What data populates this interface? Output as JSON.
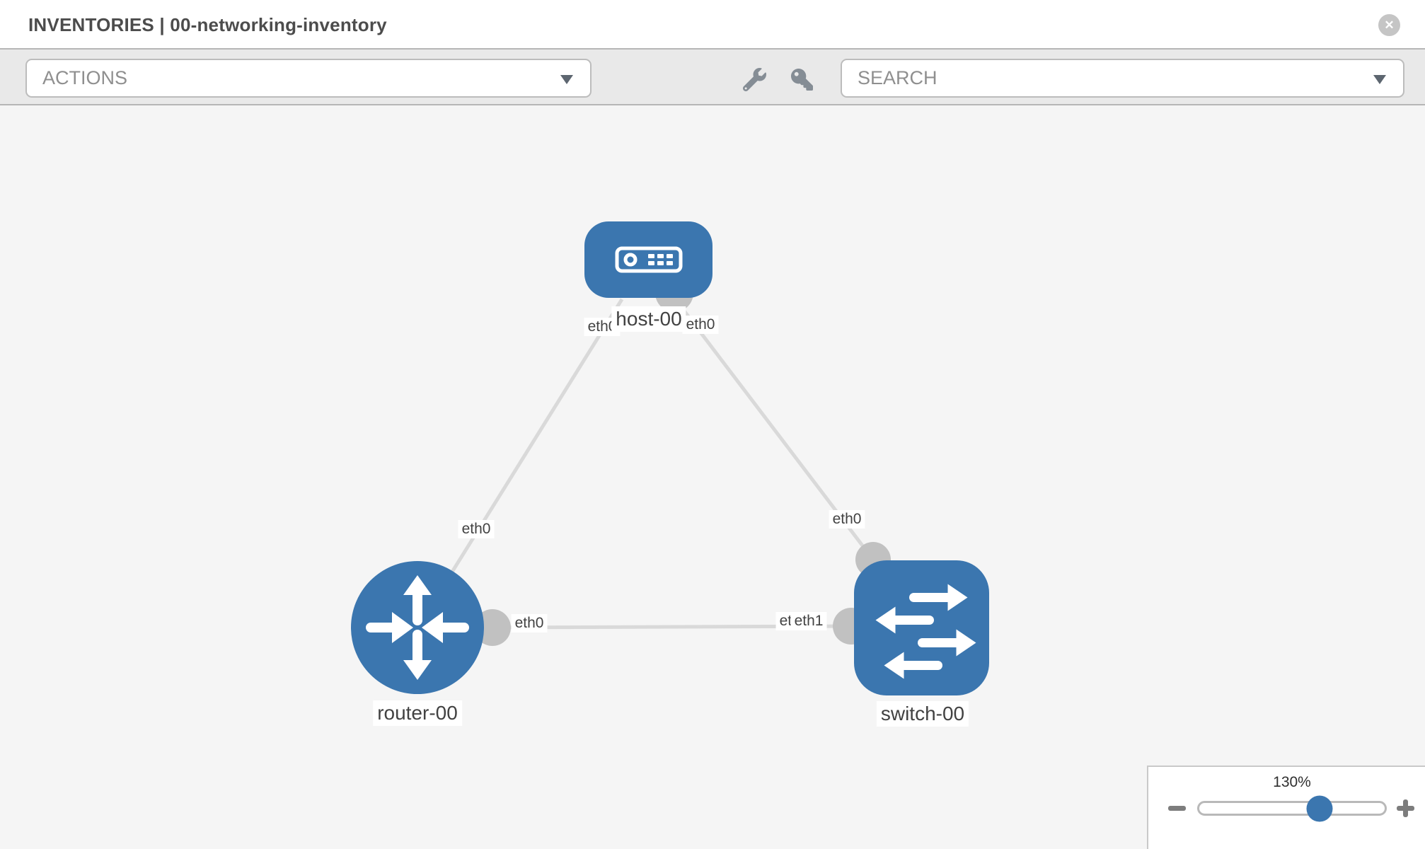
{
  "header": {
    "title": "INVENTORIES | 00-networking-inventory"
  },
  "toolbar": {
    "actions_label": "ACTIONS",
    "search_label": "SEARCH",
    "icons": [
      "wrench-icon",
      "key-icon"
    ]
  },
  "colors": {
    "node_blue": "#3b76af",
    "link_gray": "#d9d9d9",
    "connector_gray": "#c1c1c1",
    "canvas_bg": "#f5f5f5",
    "toolbar_bg": "#e9e9e9"
  },
  "topology": {
    "nodes": [
      {
        "label": "host-00",
        "type": "host",
        "icon": "host-icon"
      },
      {
        "label": "router-00",
        "type": "router",
        "icon": "router-icon"
      },
      {
        "label": "switch-00",
        "type": "switch",
        "icon": "switch-icon"
      }
    ],
    "interfaces": [
      "eth0",
      "eth0",
      "eth0",
      "eth0",
      "eth0",
      "eth0",
      "eth1"
    ],
    "links": [
      {
        "from": "router-00",
        "from_if": "eth0",
        "to": "host-00",
        "to_if": "eth0"
      },
      {
        "from": "host-00",
        "from_if": "eth0",
        "to": "switch-00",
        "to_if": "eth0"
      },
      {
        "from": "router-00",
        "from_if": "eth0",
        "to": "switch-00",
        "to_if": "eth1"
      }
    ]
  },
  "zoom_control": {
    "level": "130%",
    "percent": 130
  }
}
